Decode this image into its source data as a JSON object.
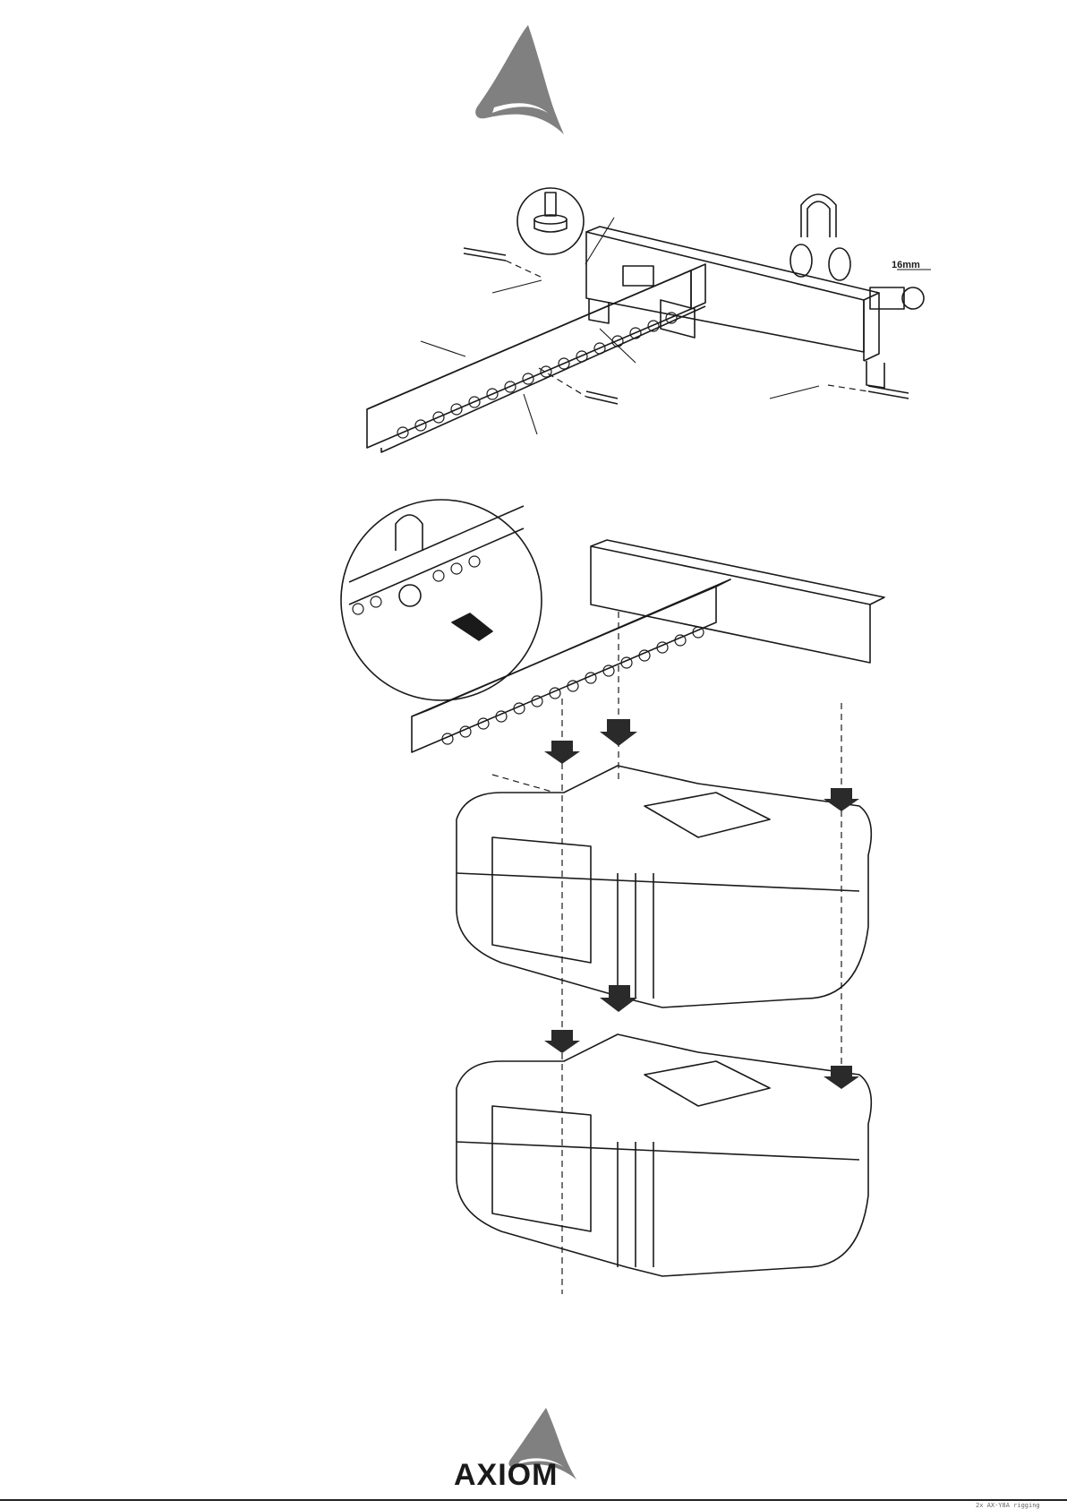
{
  "manual_page": {
    "dimension_callout": "16mm",
    "brand_name": "AXIOM",
    "footer_code": "2x AX-Y8A rigging",
    "colors": {
      "ink": "#1a1a1a",
      "logo_gray": "#808080",
      "arrow_fill": "#2a2a2a",
      "paper": "#ffffff"
    },
    "icons": [
      "axiom-logo-icon",
      "wrench-detail-icon",
      "shackle-icon",
      "quick-release-pin-icon",
      "down-arrow-icon"
    ]
  }
}
